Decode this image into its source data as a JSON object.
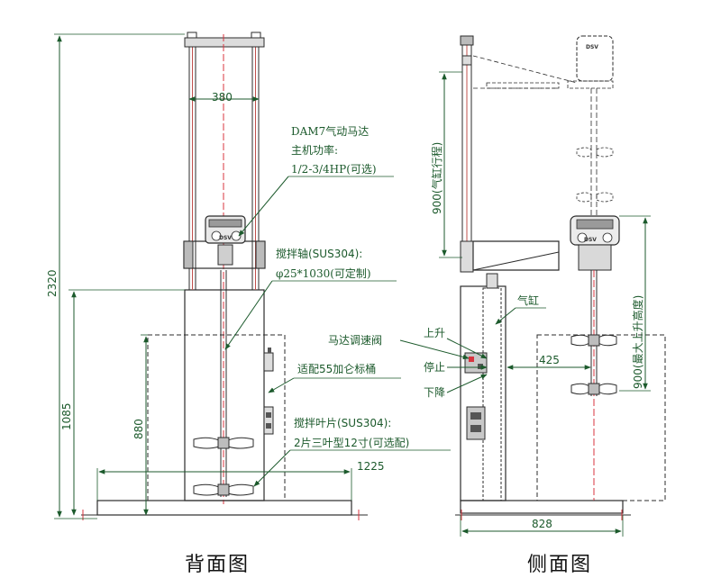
{
  "captions": {
    "back_view": "背面图",
    "side_view": "侧面图"
  },
  "back_view": {
    "dim_width_top": "380",
    "dim_total_height": "2320",
    "dim_height_1085": "1085",
    "dim_height_880": "880",
    "dim_base_width": "1225",
    "motor_logo": "DSV",
    "callouts": {
      "motor_line1": "DAM7气动马达",
      "motor_line2": "主机功率:",
      "motor_line3": "1/2-3/4HP(可选)",
      "shaft_line1": "搅拌轴(SUS304):",
      "shaft_line2": "φ25*1030(可定制)",
      "tank_line1": "适配55加仑标桶",
      "blade_line1": "搅拌叶片(SUS304):",
      "blade_line2": "2片三叶型12寸(可选配)"
    }
  },
  "side_view": {
    "dim_cylinder_stroke": "900(气缸行程)",
    "dim_max_lift": "900(最大上升高度)",
    "dim_425": "425",
    "dim_base_depth": "828",
    "motor_logo": "DSV",
    "callouts": {
      "cylinder": "气缸",
      "speed_valve": "马达调速阀",
      "up": "上升",
      "stop": "停止",
      "down": "下降"
    }
  },
  "colors": {
    "line": "#2b2b2b",
    "dimension": "#1c5a2c",
    "shaft_center": "#d8343f",
    "guide_rod": "#c0504d",
    "hatch": "#777777"
  }
}
